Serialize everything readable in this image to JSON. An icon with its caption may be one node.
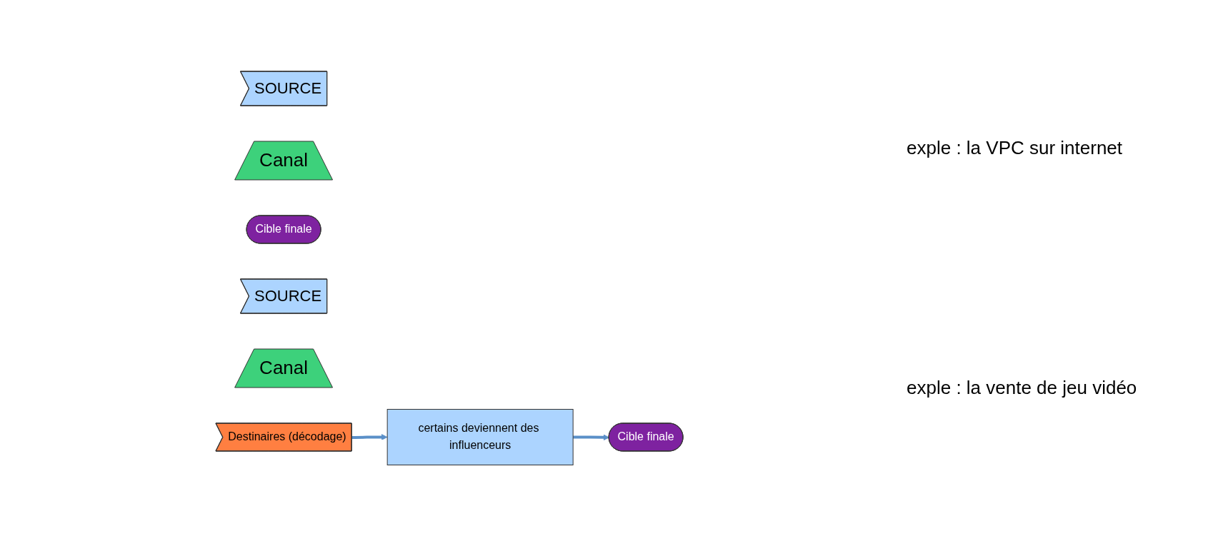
{
  "diagram": {
    "nodes": [
      {
        "text": [
          "SOURCE"
        ]
      },
      {
        "text": [
          "Canal"
        ]
      },
      {
        "text": [
          "Cible finale"
        ]
      },
      {
        "text": [
          "SOURCE"
        ]
      },
      {
        "text": [
          "Canal"
        ]
      },
      {
        "text": [
          "Destinaires (décodage)"
        ]
      },
      {
        "text": [
          "certains deviennent des influenceurs"
        ]
      },
      {
        "text": [
          "Cible finale"
        ]
      }
    ],
    "edges": [
      {
        "from": 5,
        "to": 6,
        "arrow": "to"
      },
      {
        "from": 6,
        "to": 7,
        "arrow": "to"
      }
    ],
    "labels": [
      "exple : la VPC sur internet",
      "exple : la vente de jeu vidéo"
    ]
  }
}
